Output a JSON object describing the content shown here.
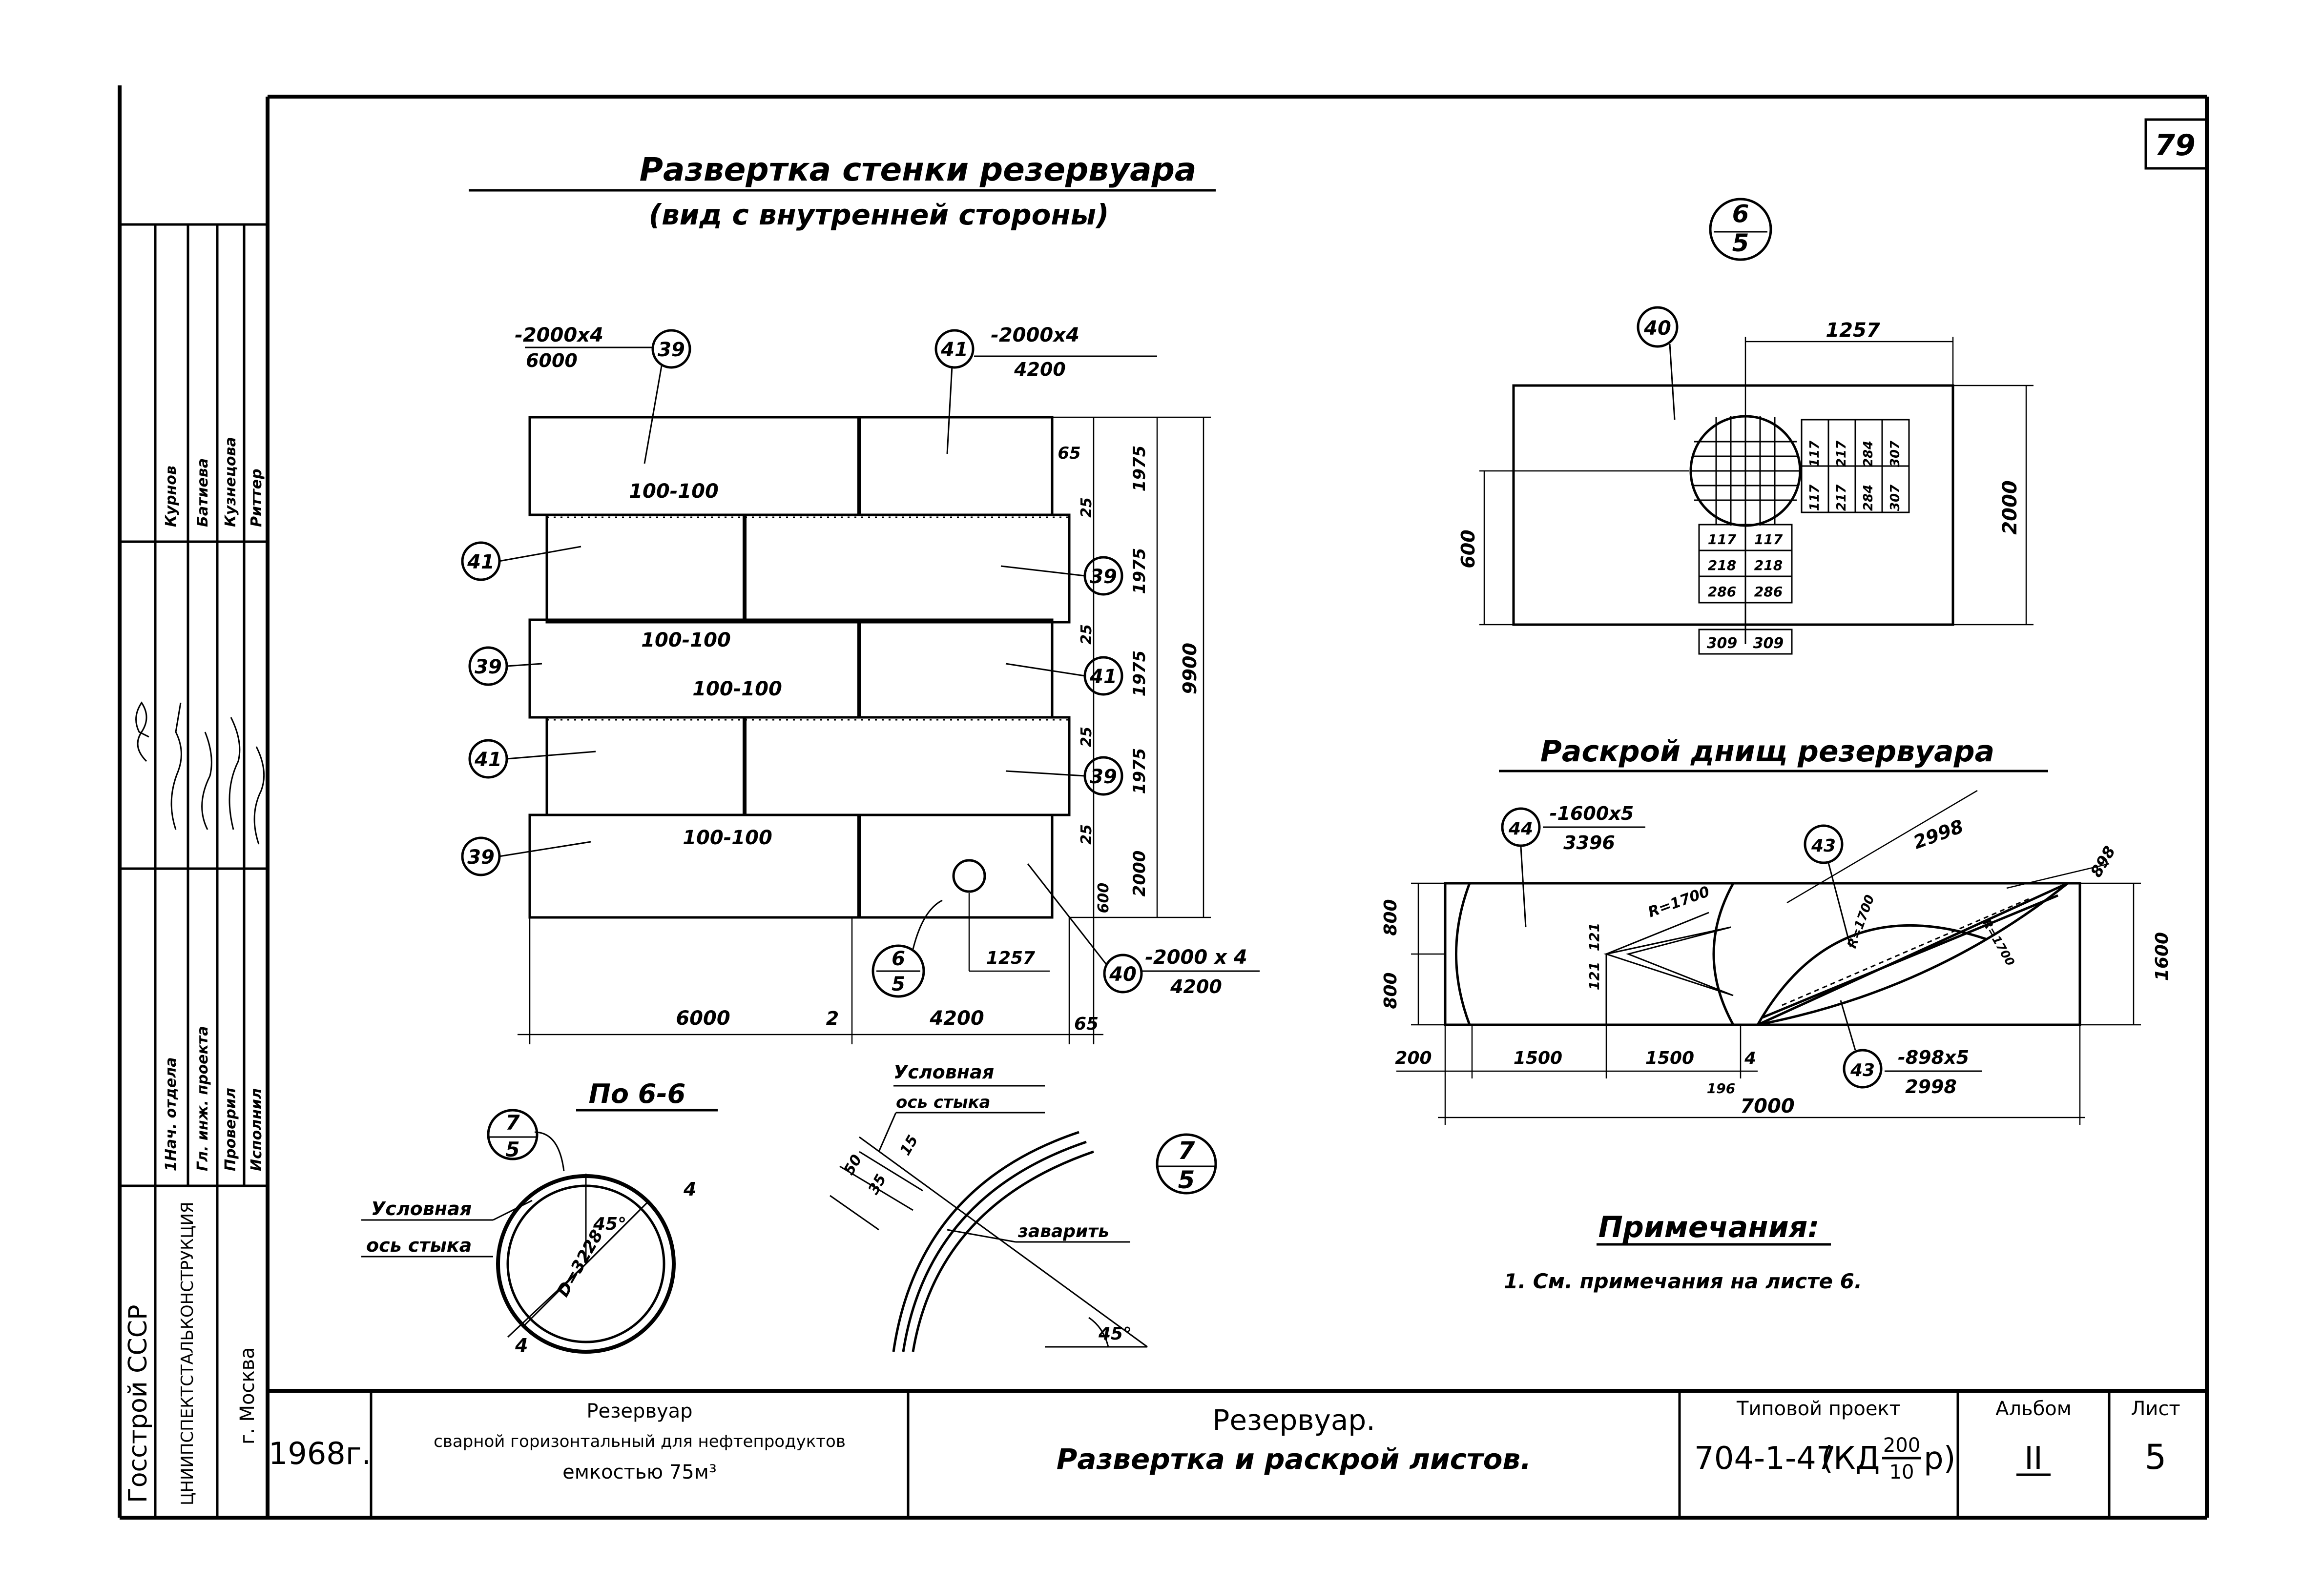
{
  "sheet_number": "79",
  "main_title": "Развертка стенки резервуара",
  "main_subtitle": "(вид с внутренней стороны)",
  "wall": {
    "plates": {
      "p39_top_thk": "-2000x4",
      "p39_top_len": "6000",
      "p41_top_thk": "-2000x4",
      "p41_top_len": "4200",
      "p40_thk": "-2000 x 4",
      "p40_len": "4200"
    },
    "markers": {
      "m39": "39",
      "m41": "41",
      "m40": "40",
      "m6": "6",
      "m5": "5"
    },
    "weld_labels": [
      "100-100",
      "100-100",
      "100-100",
      "100-100"
    ],
    "dims_right": [
      "65",
      "1975",
      "25",
      "1975",
      "25",
      "1975",
      "25",
      "1975",
      "25",
      "2000",
      "600"
    ],
    "total_height": "9900",
    "dims_bottom": [
      "6000",
      "2",
      "4200",
      "65"
    ],
    "hole_dim": "1257"
  },
  "detail_66": {
    "marker_top": "6",
    "marker_bottom": "5",
    "marker_40": "40",
    "width": "1257",
    "height": "2000",
    "offset": "600",
    "grid_values_v": [
      "117",
      "217",
      "284",
      "307",
      "117",
      "217",
      "284",
      "307"
    ],
    "grid_values_h": [
      "117",
      "117",
      "218",
      "218",
      "286",
      "286"
    ],
    "bottom_values": [
      "309",
      "309"
    ]
  },
  "bottoms": {
    "title": "Раскрой днищ резервуара",
    "m44": "44",
    "m44_thk": "-1600x5",
    "m44_len": "3396",
    "m43": "43",
    "m43_thk": "-898x5",
    "m43_len": "2998",
    "dim_2998": "2998",
    "dim_898": "898",
    "dim_1600": "1600",
    "r1": "R=1700",
    "r2": "R=1700",
    "r3": "R=1700",
    "left_dims": [
      "800",
      "800"
    ],
    "inner_dims": [
      "121",
      "121"
    ],
    "bottom_dims": [
      "200",
      "1500",
      "1500",
      "4",
      "196"
    ],
    "total_width": "7000"
  },
  "section_66": {
    "title": "По 6-6",
    "marker_top": "7",
    "marker_bottom": "5",
    "axis_label_1": "Условная",
    "axis_label_2": "ось стыка",
    "angle": "45°",
    "diameter": "D=3228",
    "thk_labels": [
      "4",
      "4"
    ]
  },
  "detail_75": {
    "axis_label_1": "Условная",
    "axis_label_2": "ось стыка",
    "dims": [
      "50",
      "35",
      "15"
    ],
    "weld_note": "заварить",
    "angle": "45°",
    "marker_top": "7",
    "marker_bottom": "5"
  },
  "notes": {
    "title": "Примечания:",
    "line1": "1. См. примечания на листе 6."
  },
  "left_stamp": {
    "org1": "Госстрой СССР",
    "org2": "ЦНИИПСПЕКТСТАЛЬКОНСТРУКЦИЯ",
    "city": "г. Москва",
    "roles": [
      "1Нач. отдела",
      "Гл. инж. проекта",
      "Проверил",
      "Исполнил"
    ],
    "names": [
      "Курнов",
      "Батиева",
      "Кузнецова",
      "Риттер"
    ]
  },
  "title_block": {
    "year": "1968г.",
    "product_line1": "Резервуар",
    "product_line2": "сварной горизонтальный для нефтепродуктов",
    "product_line3": "емкостью 75м³",
    "drawing_line1": "Резервуар.",
    "drawing_line2": "Развертка и раскрой листов.",
    "project_label": "Типовой проект",
    "project_number": "704-1-47",
    "project_suffix": "(КД",
    "project_fraction_top": "200",
    "project_fraction_bottom": "10",
    "project_end": "р)",
    "album_label": "Альбом",
    "album_value": "II",
    "sheet_label": "Лист",
    "sheet_value": "5"
  }
}
